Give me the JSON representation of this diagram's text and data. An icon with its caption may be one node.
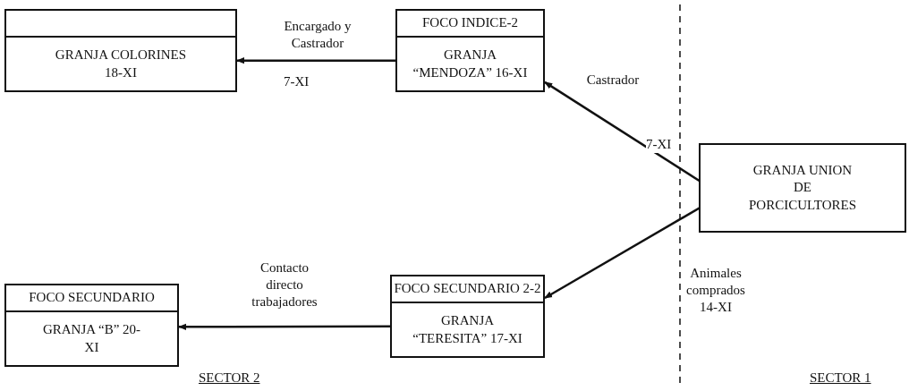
{
  "diagram": {
    "nodes": [
      {
        "text": [
          "GRANJA COLORINES 18-XI"
        ]
      },
      {
        "text": [
          "FOCO INDICE-2",
          "GRANJA “MENDOZA” 16-XI"
        ]
      },
      {
        "text": [
          "GRANJA UNION DE PORCICULTORES"
        ]
      },
      {
        "text": [
          "FOCO SECUNDARIO 2-2",
          "GRANJA “TERESITA” 17-XI"
        ]
      },
      {
        "text": [
          "FOCO SECUNDARIO",
          "GRANJA “B” 20-XI"
        ]
      }
    ],
    "edges": [
      {
        "from": 1,
        "to": 0,
        "arrow": "to",
        "label": "Encargado y Castrador"
      },
      {
        "from": 2,
        "to": 1,
        "arrow": "to",
        "label": "Castrador"
      },
      {
        "from": 2,
        "to": 3,
        "arrow": "to",
        "label": "Animales comprados 14-XI"
      },
      {
        "from": 3,
        "to": 4,
        "arrow": "to",
        "label": "Contacto directo trabajadores"
      }
    ],
    "labels": [
      "7-XI",
      "7-XI",
      "SECTOR 2",
      "SECTOR 1"
    ]
  }
}
